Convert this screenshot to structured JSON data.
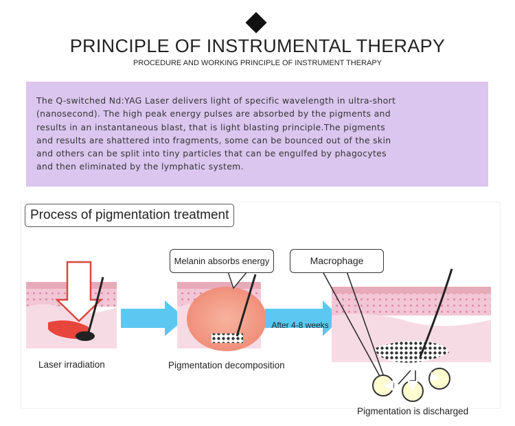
{
  "header": {
    "diamond_icon": "diamond-icon",
    "title": "PRINCIPLE OF INSTRUMENTAL THERAPY",
    "subtitle": "PROCEDURE AND WORKING PRINCIPLE OF INSTRUMENT THERAPY"
  },
  "info": {
    "background": "#dbc6ef",
    "lines": [
      "The Q-switched Nd:YAG Laser delivers light of specific wavelength in ultra-short",
      "(nanosecond). The high peak energy pulses are absorbed by the pigments and",
      "results in an instantaneous blast, that is light blasting principle.The pigments",
      "and results are shattered into fragments, some can be bounced out of the skin",
      "and others can be split into tiny particles that can be engulfed by phagocytes",
      "and then eliminated by the lymphatic system."
    ]
  },
  "process": {
    "label": "Process of pigmentation treatment",
    "callouts": {
      "melanin": "Melanin absorbs energy",
      "macrophage": "Macrophage"
    },
    "arrow_label": "After 4-8 weeks",
    "captions": {
      "step1": "Laser irradiation",
      "step2": "Pigmentation decomposition",
      "step3": "Pigmentation is discharged"
    },
    "colors": {
      "skin_pink": "#f3c6d6",
      "dots": "#d98aa8",
      "arrow_blue": "#5cc8f2",
      "laser_red": "#e8453c",
      "energy_orange": "#f4a590"
    }
  }
}
